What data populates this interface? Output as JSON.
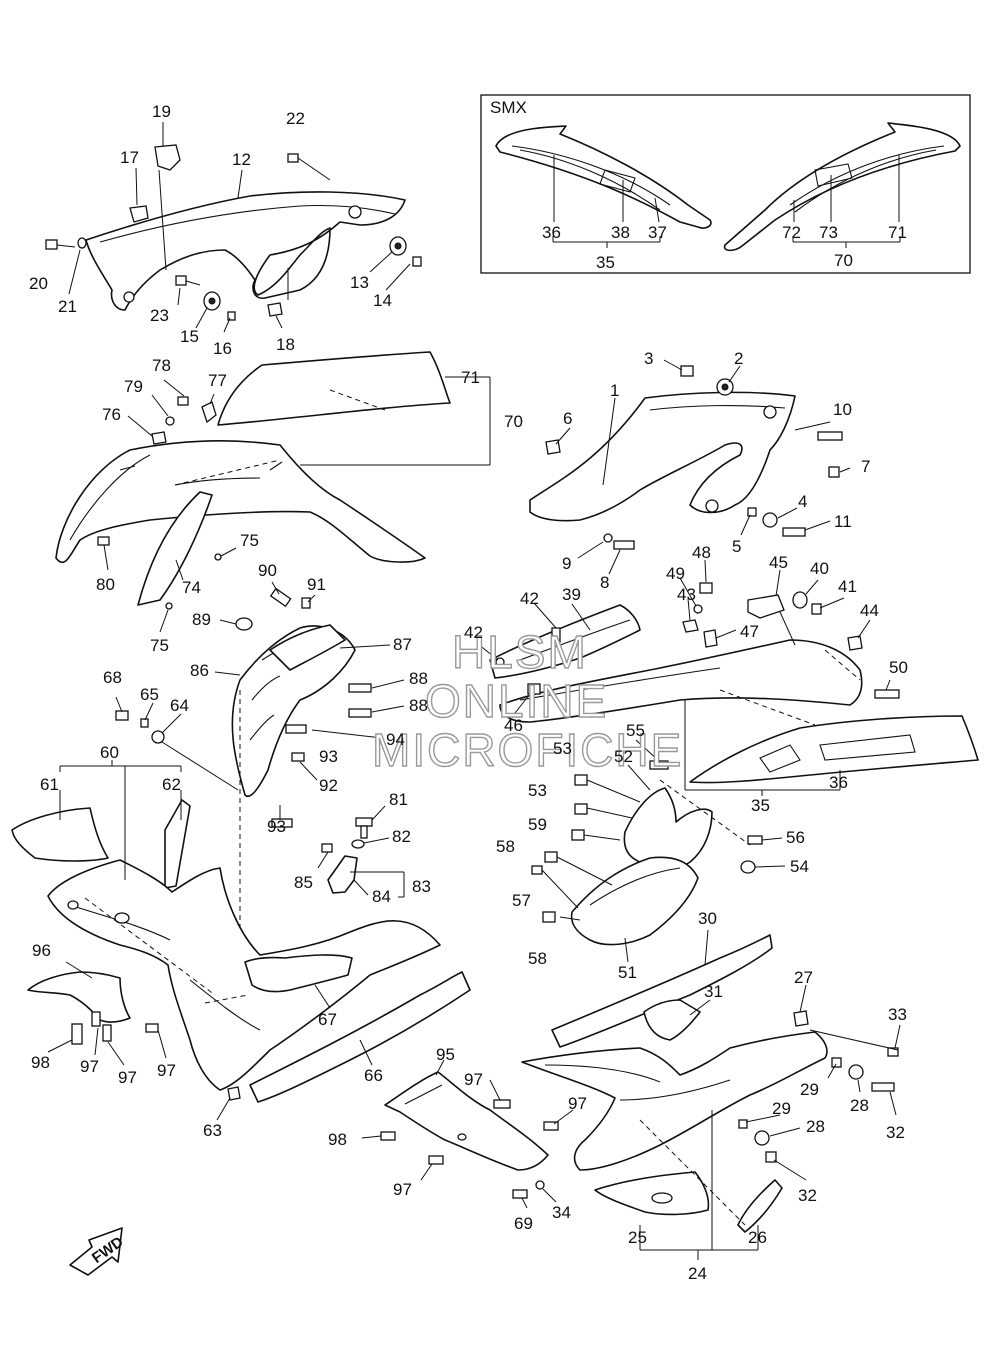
{
  "inset": {
    "title": "SMX"
  },
  "watermark": {
    "line1": "HLSM",
    "line2": "ONLINE",
    "line3": "MICROFICHE"
  },
  "fwd_label": "FWD",
  "callouts": [
    {
      "id": "c1",
      "text": "1"
    },
    {
      "id": "c2",
      "text": "2"
    },
    {
      "id": "c3",
      "text": "3"
    },
    {
      "id": "c4",
      "text": "4"
    },
    {
      "id": "c5",
      "text": "5"
    },
    {
      "id": "c6",
      "text": "6"
    },
    {
      "id": "c7",
      "text": "7"
    },
    {
      "id": "c8",
      "text": "8"
    },
    {
      "id": "c9",
      "text": "9"
    },
    {
      "id": "c10",
      "text": "10"
    },
    {
      "id": "c11",
      "text": "11"
    },
    {
      "id": "c12",
      "text": "12"
    },
    {
      "id": "c13",
      "text": "13"
    },
    {
      "id": "c14",
      "text": "14"
    },
    {
      "id": "c15",
      "text": "15"
    },
    {
      "id": "c16",
      "text": "16"
    },
    {
      "id": "c17",
      "text": "17"
    },
    {
      "id": "c18",
      "text": "18"
    },
    {
      "id": "c19",
      "text": "19"
    },
    {
      "id": "c20",
      "text": "20"
    },
    {
      "id": "c21",
      "text": "21"
    },
    {
      "id": "c22",
      "text": "22"
    },
    {
      "id": "c23",
      "text": "23"
    },
    {
      "id": "c24",
      "text": "24"
    },
    {
      "id": "c25",
      "text": "25"
    },
    {
      "id": "c26",
      "text": "26"
    },
    {
      "id": "c27",
      "text": "27"
    },
    {
      "id": "c28a",
      "text": "28"
    },
    {
      "id": "c28b",
      "text": "28"
    },
    {
      "id": "c29a",
      "text": "29"
    },
    {
      "id": "c29b",
      "text": "29"
    },
    {
      "id": "c30",
      "text": "30"
    },
    {
      "id": "c31",
      "text": "31"
    },
    {
      "id": "c32a",
      "text": "32"
    },
    {
      "id": "c32b",
      "text": "32"
    },
    {
      "id": "c33",
      "text": "33"
    },
    {
      "id": "c34",
      "text": "34"
    },
    {
      "id": "c35a",
      "text": "35"
    },
    {
      "id": "c35b",
      "text": "35"
    },
    {
      "id": "c36a",
      "text": "36"
    },
    {
      "id": "c36b",
      "text": "36"
    },
    {
      "id": "c37",
      "text": "37"
    },
    {
      "id": "c38",
      "text": "38"
    },
    {
      "id": "c39",
      "text": "39"
    },
    {
      "id": "c40",
      "text": "40"
    },
    {
      "id": "c41",
      "text": "41"
    },
    {
      "id": "c42a",
      "text": "42"
    },
    {
      "id": "c42b",
      "text": "42"
    },
    {
      "id": "c43",
      "text": "43"
    },
    {
      "id": "c44",
      "text": "44"
    },
    {
      "id": "c45",
      "text": "45"
    },
    {
      "id": "c46",
      "text": "46"
    },
    {
      "id": "c47",
      "text": "47"
    },
    {
      "id": "c48",
      "text": "48"
    },
    {
      "id": "c49",
      "text": "49"
    },
    {
      "id": "c50",
      "text": "50"
    },
    {
      "id": "c51",
      "text": "51"
    },
    {
      "id": "c52",
      "text": "52"
    },
    {
      "id": "c53a",
      "text": "53"
    },
    {
      "id": "c53b",
      "text": "53"
    },
    {
      "id": "c54",
      "text": "54"
    },
    {
      "id": "c55",
      "text": "55"
    },
    {
      "id": "c56",
      "text": "56"
    },
    {
      "id": "c57",
      "text": "57"
    },
    {
      "id": "c58a",
      "text": "58"
    },
    {
      "id": "c58b",
      "text": "58"
    },
    {
      "id": "c59",
      "text": "59"
    },
    {
      "id": "c60",
      "text": "60"
    },
    {
      "id": "c61",
      "text": "61"
    },
    {
      "id": "c62",
      "text": "62"
    },
    {
      "id": "c63",
      "text": "63"
    },
    {
      "id": "c64",
      "text": "64"
    },
    {
      "id": "c65",
      "text": "65"
    },
    {
      "id": "c66",
      "text": "66"
    },
    {
      "id": "c67",
      "text": "67"
    },
    {
      "id": "c68",
      "text": "68"
    },
    {
      "id": "c69",
      "text": "69"
    },
    {
      "id": "c70a",
      "text": "70"
    },
    {
      "id": "c70b",
      "text": "70"
    },
    {
      "id": "c71a",
      "text": "71"
    },
    {
      "id": "c71b",
      "text": "71"
    },
    {
      "id": "c72",
      "text": "72"
    },
    {
      "id": "c73",
      "text": "73"
    },
    {
      "id": "c74",
      "text": "74"
    },
    {
      "id": "c75a",
      "text": "75"
    },
    {
      "id": "c75b",
      "text": "75"
    },
    {
      "id": "c76",
      "text": "76"
    },
    {
      "id": "c77",
      "text": "77"
    },
    {
      "id": "c78",
      "text": "78"
    },
    {
      "id": "c79",
      "text": "79"
    },
    {
      "id": "c80",
      "text": "80"
    },
    {
      "id": "c81",
      "text": "81"
    },
    {
      "id": "c82",
      "text": "82"
    },
    {
      "id": "c83",
      "text": "83"
    },
    {
      "id": "c84",
      "text": "84"
    },
    {
      "id": "c85",
      "text": "85"
    },
    {
      "id": "c86",
      "text": "86"
    },
    {
      "id": "c87",
      "text": "87"
    },
    {
      "id": "c88a",
      "text": "88"
    },
    {
      "id": "c88b",
      "text": "88"
    },
    {
      "id": "c89",
      "text": "89"
    },
    {
      "id": "c90",
      "text": "90"
    },
    {
      "id": "c91",
      "text": "91"
    },
    {
      "id": "c92",
      "text": "92"
    },
    {
      "id": "c93a",
      "text": "93"
    },
    {
      "id": "c93b",
      "text": "93"
    },
    {
      "id": "c94",
      "text": "94"
    },
    {
      "id": "c95",
      "text": "95"
    },
    {
      "id": "c96",
      "text": "96"
    },
    {
      "id": "c97a",
      "text": "97"
    },
    {
      "id": "c97b",
      "text": "97"
    },
    {
      "id": "c97c",
      "text": "97"
    },
    {
      "id": "c97d",
      "text": "97"
    },
    {
      "id": "c97e",
      "text": "97"
    },
    {
      "id": "c97f",
      "text": "97"
    },
    {
      "id": "c98a",
      "text": "98"
    },
    {
      "id": "c98b",
      "text": "98"
    }
  ]
}
